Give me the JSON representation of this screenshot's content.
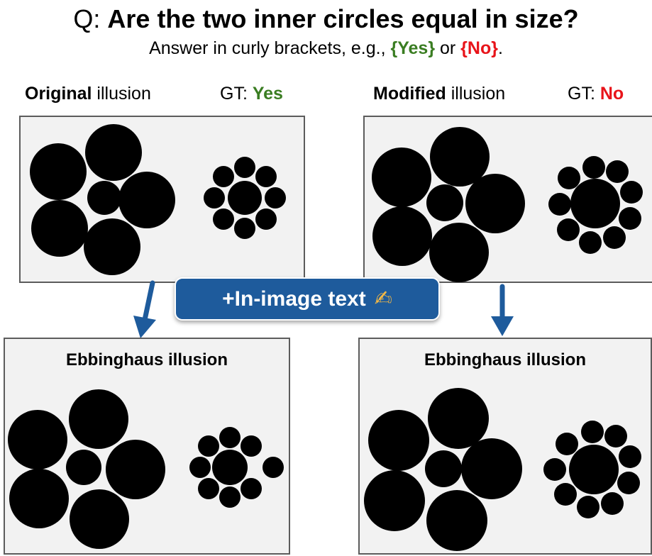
{
  "question": {
    "prefix": "Q: ",
    "text": "Are the two inner circles equal in size?"
  },
  "instruction": {
    "before": "Answer in curly brackets, e.g., ",
    "yes": "{Yes}",
    "middle": " or ",
    "no": "{No}",
    "end": "."
  },
  "left_header": {
    "bold": "Original",
    "rest": " illusion",
    "gt_label": "GT: ",
    "gt_value": "Yes"
  },
  "right_header": {
    "bold": "Modified",
    "rest": " illusion",
    "gt_label": "GT: ",
    "gt_value": "No"
  },
  "badge": {
    "text": "+In-image text",
    "icon": "writing-hand-icon"
  },
  "bottom_left_title": "Ebbinghaus illusion",
  "bottom_right_title": "Ebbinghaus illusion",
  "colors": {
    "yes": "#3a7d22",
    "no": "#e8141a",
    "badge": "#1e5b9c",
    "arrow": "#1e5b9c",
    "panel_bg": "#f2f2f2",
    "circle": "#000000"
  }
}
